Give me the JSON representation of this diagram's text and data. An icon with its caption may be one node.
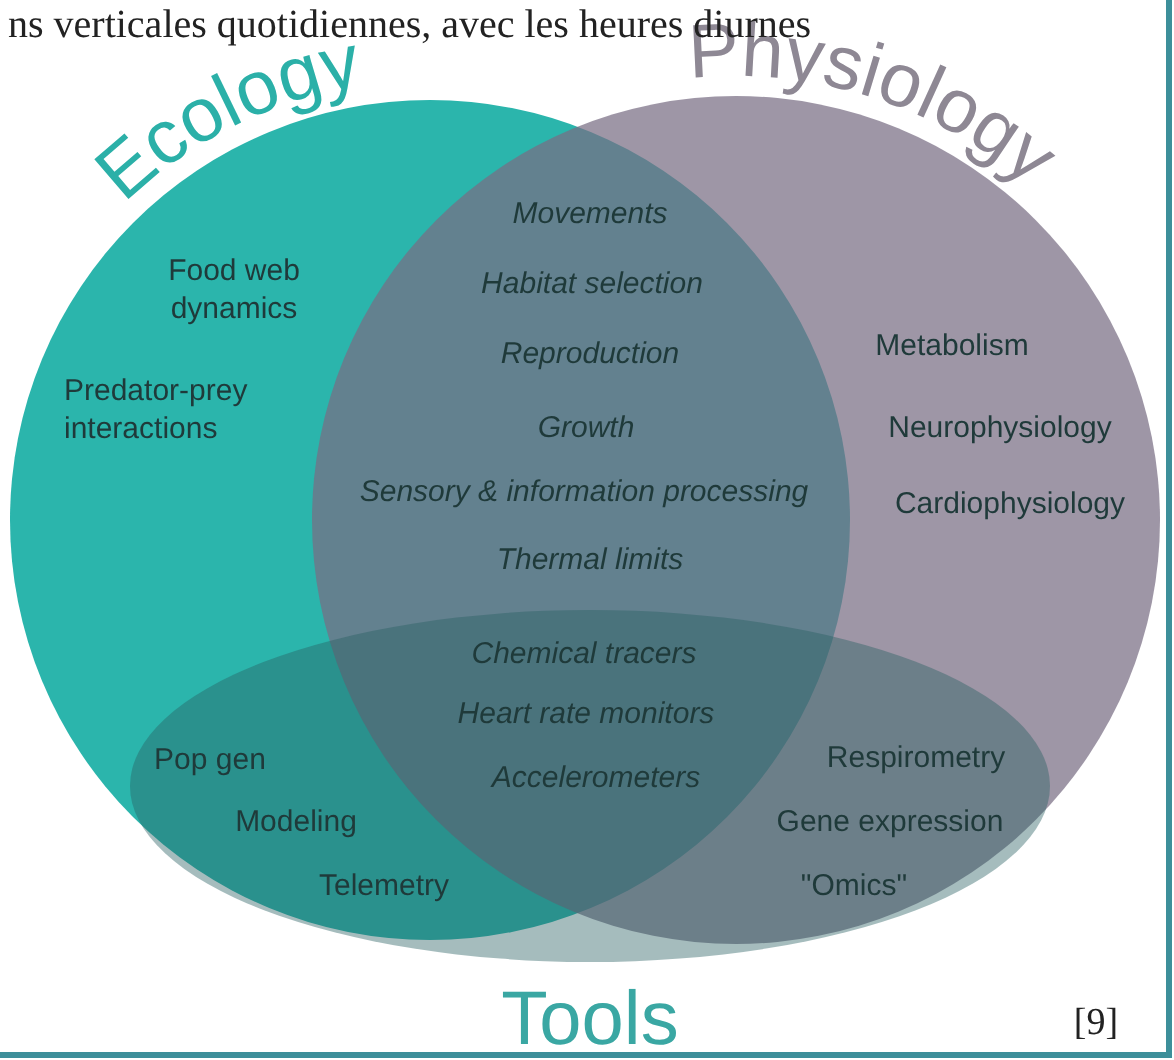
{
  "diagram": {
    "nodes": [
      {
        "text": [
          "Ecology",
          "Food web dynamics",
          "Predator-prey interactions"
        ]
      },
      {
        "text": [
          "Physiology",
          "Metabolism",
          "Neurophysiology",
          "Cardiophysiology"
        ]
      },
      {
        "text": [
          "Tools",
          "Pop gen",
          "Modeling",
          "Telemetry",
          "Respirometry",
          "Gene expression",
          "\"Omics\""
        ]
      }
    ],
    "edges": [],
    "labels": [
      "ns verticales quotidiennes, avec les heures diurnes",
      "Movements",
      "Habitat selection",
      "Reproduction",
      "Growth",
      "Sensory & information processing",
      "Thermal limits",
      "Chemical tracers",
      "Heart rate monitors",
      "Accelerometers",
      "[9]"
    ]
  }
}
